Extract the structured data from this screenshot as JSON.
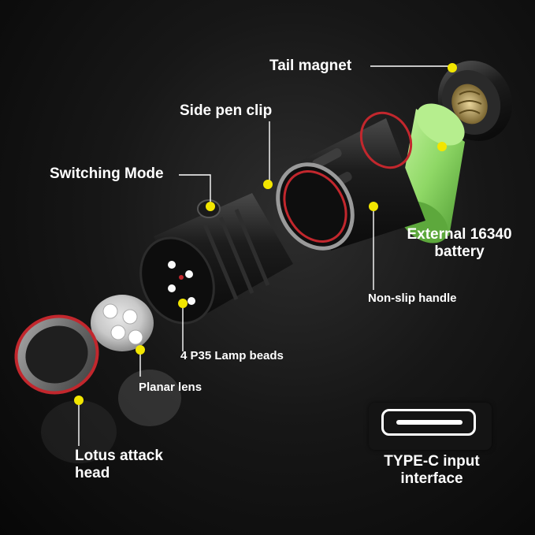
{
  "labels": {
    "tail_magnet": "Tail magnet",
    "side_pen_clip": "Side pen clip",
    "switching_mode": "Switching Mode",
    "external_battery": "External 16340",
    "external_battery_2": "battery",
    "non_slip_handle": "Non-slip handle",
    "lamp_beads": "4 P35 Lamp beads",
    "planar_lens": "Planar lens",
    "lotus_head": "Lotus attack",
    "lotus_head_2": "head",
    "type_c": "TYPE-C input",
    "type_c_2": "interface"
  },
  "colors": {
    "callout_dot": "#f2e600",
    "battery_green": "#9fe07a",
    "ring_red": "#c2272d",
    "label_text": "#ffffff"
  },
  "icons": {
    "usb_c": "usb-c-port-icon"
  }
}
